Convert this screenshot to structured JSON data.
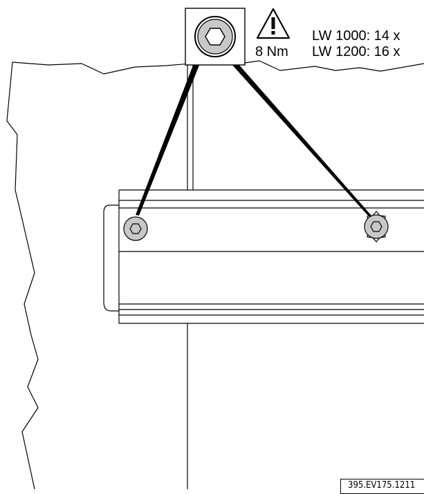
{
  "callout": {
    "torque": "8 Nm",
    "lines": [
      "LW 1000: 14 x",
      "LW 1200: 16 x"
    ],
    "warning_icon": "warning-triangle-icon",
    "tool_icon": "hex-socket-icon"
  },
  "reference_code": "395.EV175.1211",
  "colors": {
    "line": "#000000",
    "screw_fill": "#c8c8c8",
    "background": "#ffffff"
  }
}
